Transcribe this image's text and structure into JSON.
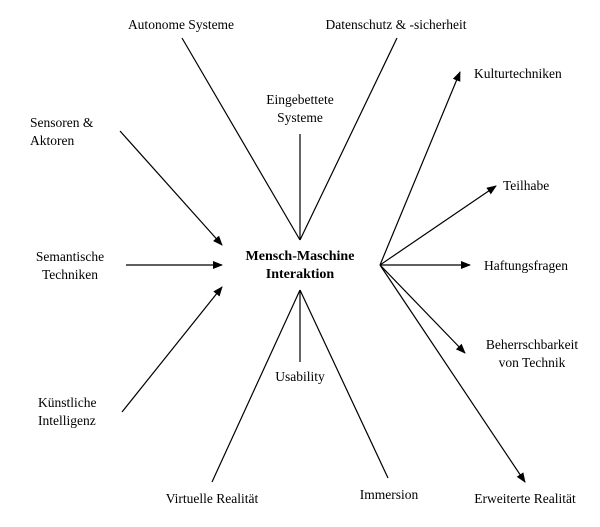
{
  "center": {
    "line1": "Mensch-Maschine",
    "line2": "Interaktion"
  },
  "nodes": {
    "autonome_systeme": "Autonome Systeme",
    "datenschutz": "Datenschutz & -sicherheit",
    "eingebettete_1": "Eingebettete",
    "eingebettete_2": "Systeme",
    "sensoren_1": "Sensoren &",
    "sensoren_2": "Aktoren",
    "semantische_1": "Semantische",
    "semantische_2": "Techniken",
    "kuenstliche_1": "Künstliche",
    "kuenstliche_2": "Intelligenz",
    "kulturtechniken": "Kulturtechniken",
    "teilhabe": "Teilhabe",
    "haftungsfragen": "Haftungsfragen",
    "beherrschbarkeit_1": "Beherrschbarkeit",
    "beherrschbarkeit_2": "von Technik",
    "usability": "Usability",
    "virtuelle_realitaet": "Virtuelle Realität",
    "immersion": "Immersion",
    "erweiterte_realitaet": "Erweiterte Realität"
  }
}
